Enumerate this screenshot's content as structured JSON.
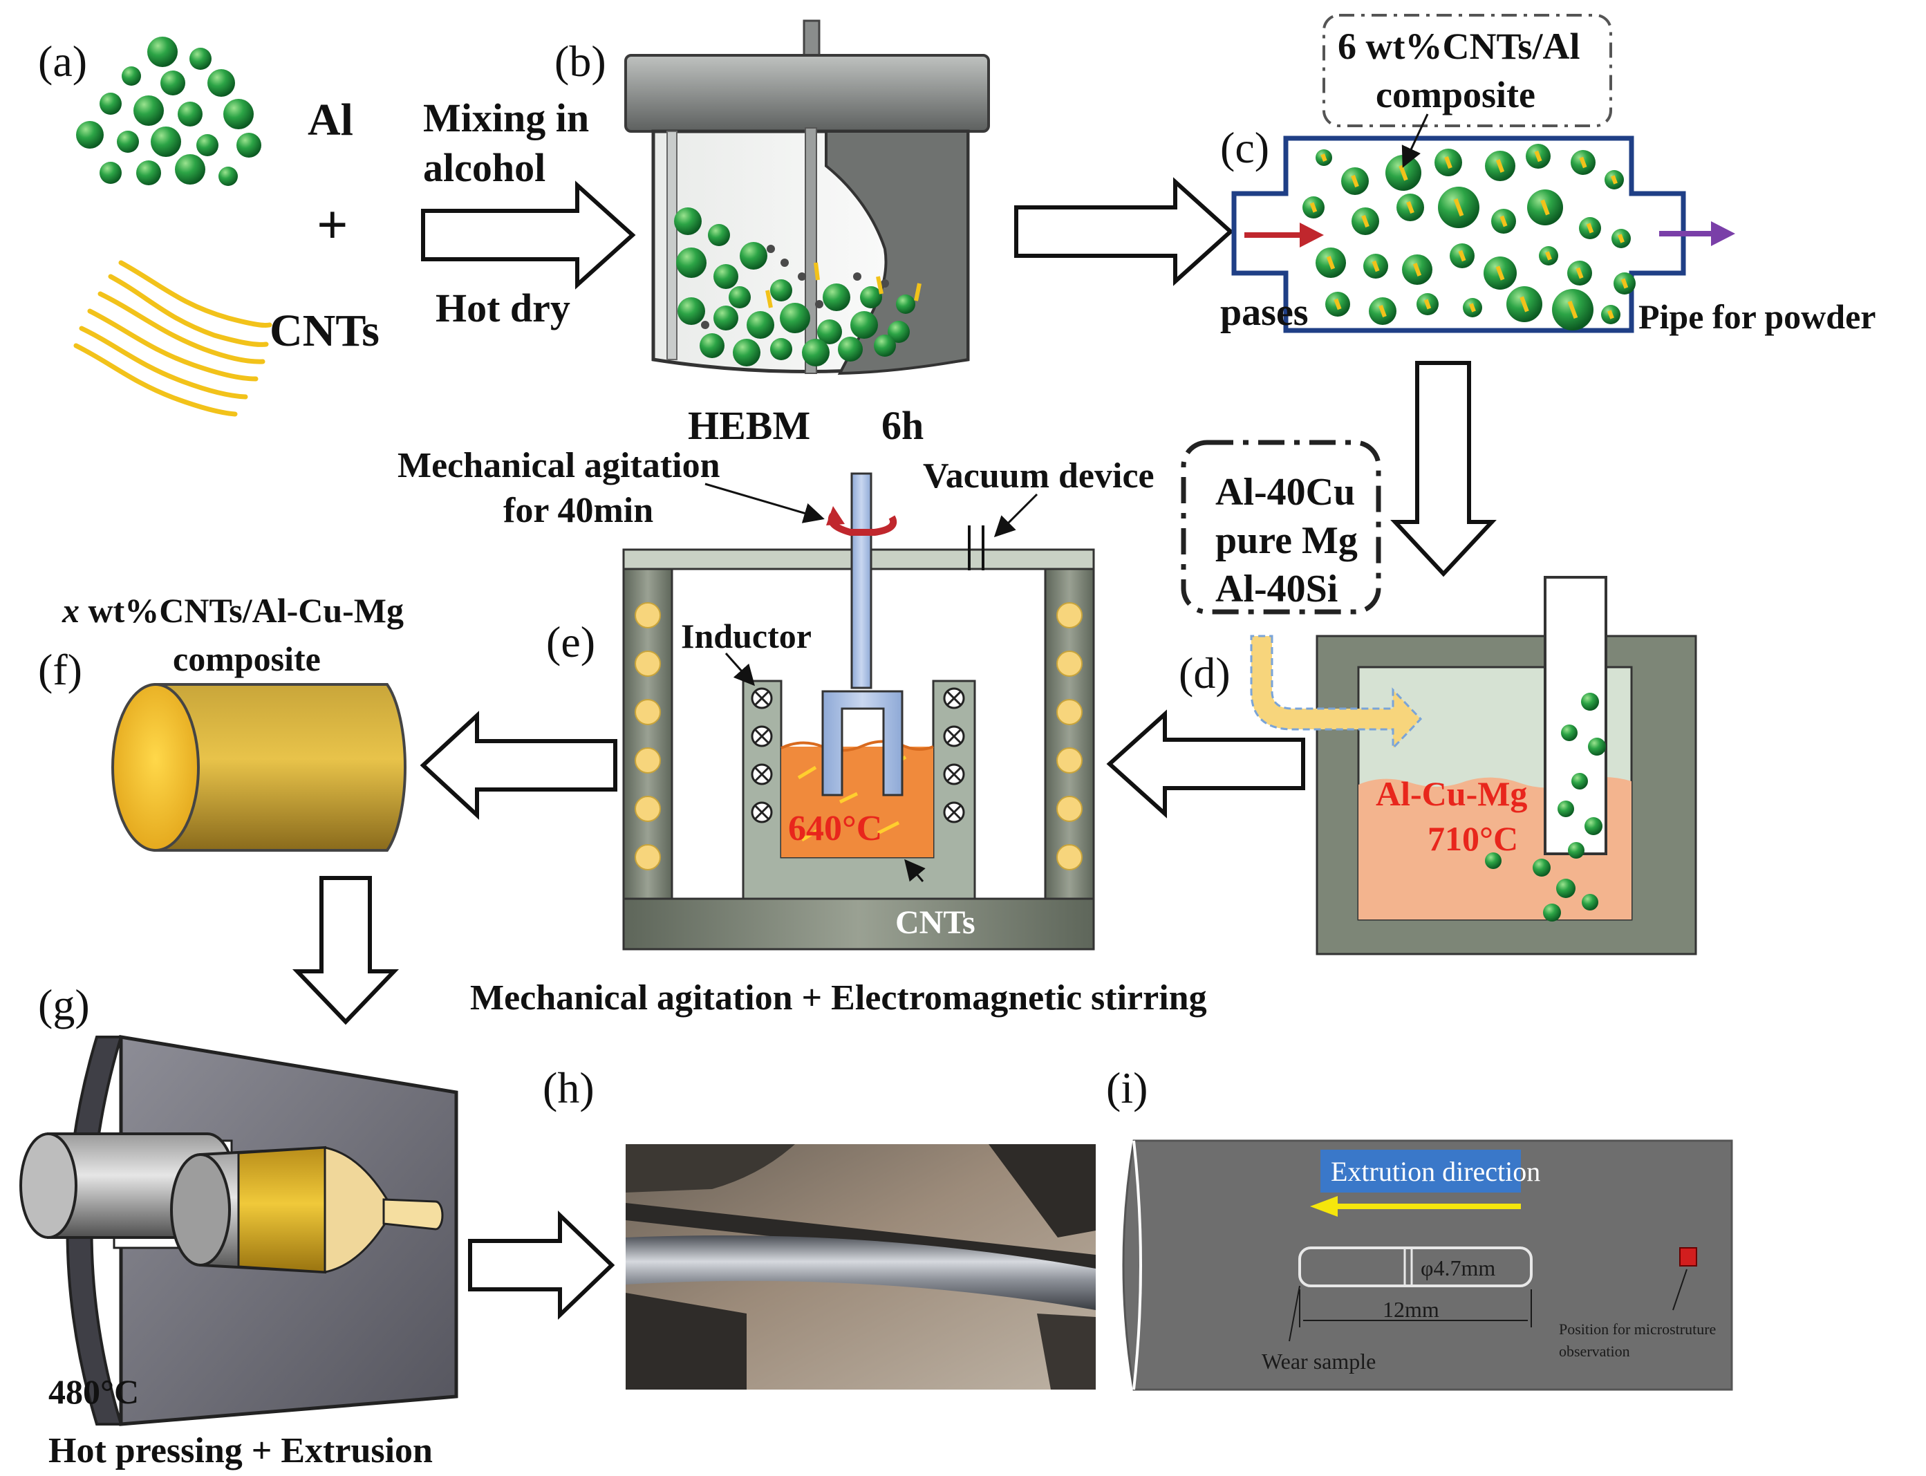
{
  "panels": {
    "a": "(a)",
    "b": "(b)",
    "c": "(c)",
    "d": "(d)",
    "e": "(e)",
    "f": "(f)",
    "g": "(g)",
    "h": "(h)",
    "i": "(i)"
  },
  "step_a": {
    "al": "Al",
    "plus": "+",
    "cnts": "CNTs"
  },
  "step_b": {
    "mixing_line1": "Mixing in",
    "mixing_line2": "alcohol",
    "hot_dry": "Hot dry",
    "hebm": "HEBM",
    "time": "6h"
  },
  "step_c": {
    "title_line1": "6 wt%CNTs/Al",
    "title_line2": "composite",
    "pases": "pases",
    "pipe": "Pipe for powder"
  },
  "step_d": {
    "add_line1": "Al-40Cu",
    "add_line2": "pure Mg",
    "add_line3": "Al-40Si",
    "melt": "Al-Cu-Mg",
    "temp": "710°C"
  },
  "step_e": {
    "agitation_line1": "Mechanical agitation",
    "agitation_line2": "for  40min",
    "vacuum": "Vacuum device",
    "inductor": "Inductor",
    "temp": "640°C",
    "cnts": "CNTs",
    "caption": "Mechanical agitation + Electromagnetic stirring"
  },
  "step_f": {
    "title_line1_var": "x",
    "title_line1_rest": " wt%CNTs/Al-Cu-Mg",
    "title_line2": "composite"
  },
  "step_g": {
    "temp": "480°C",
    "caption": "Hot pressing +  Extrusion"
  },
  "step_i": {
    "direction": "Extrution direction",
    "diameter": "φ4.7mm",
    "length": "12mm",
    "wear": "Wear sample",
    "position_line1": "Position for microstruture",
    "position_line2": "observation"
  },
  "colors": {
    "particle_green": "#1f9a3a",
    "cnt_yellow": "#f2c21a",
    "melt_orange": "#f08a3c",
    "melt_peach": "#f3b48e",
    "furnace_gray": "#7d8677",
    "label_red": "#e8261c",
    "arrow_red": "#c0272d",
    "arrow_purple": "#7a3fa8",
    "direction_blue": "#3a78c9",
    "direction_yellow": "#f5e60c"
  }
}
